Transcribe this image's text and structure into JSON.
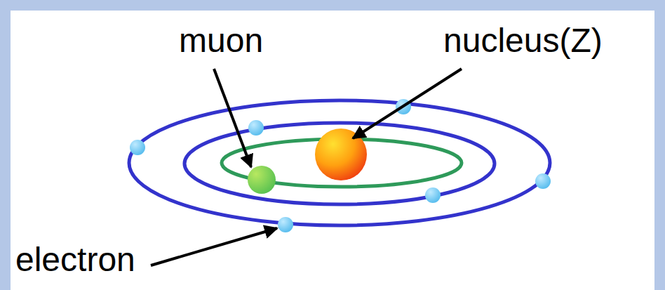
{
  "diagram": {
    "labels": [
      "muon",
      "nucleus(Z)",
      "electron"
    ]
  }
}
